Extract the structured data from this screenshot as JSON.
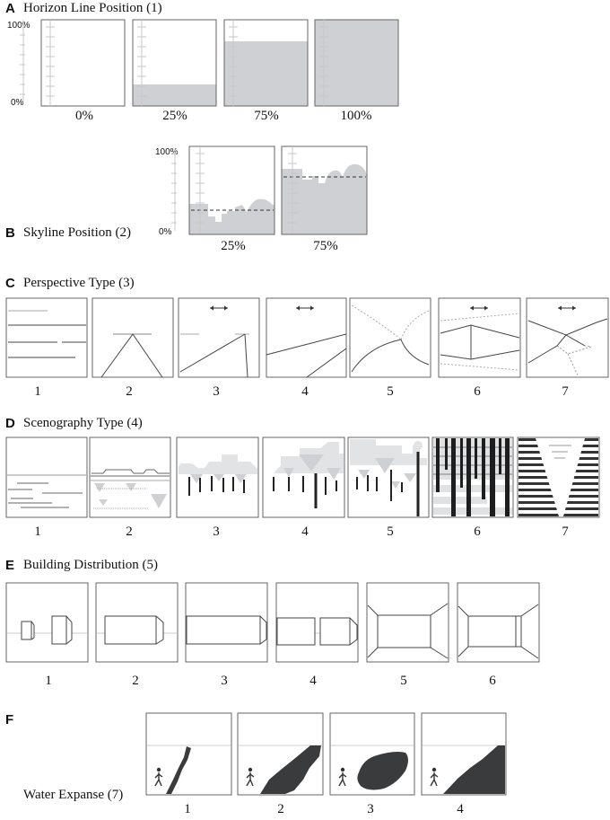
{
  "sectionA": {
    "letter": "A",
    "title": "Horizon Line Position (1)",
    "y_top": "100%",
    "y_bottom": "0%",
    "panels": [
      {
        "label": "0%",
        "level": 0
      },
      {
        "label": "25%",
        "level": 0.25
      },
      {
        "label": "75%",
        "level": 0.75
      },
      {
        "label": "100%",
        "level": 1
      }
    ]
  },
  "sectionB": {
    "letter": "B",
    "title": "Skyline Position (2)",
    "y_top": "100%",
    "y_bottom": "0%",
    "panels": [
      {
        "label": "25%",
        "level": 0.25
      },
      {
        "label": "75%",
        "level": 0.75
      }
    ]
  },
  "sectionC": {
    "letter": "C",
    "title": "Perspective Type (3)",
    "labels": [
      "1",
      "2",
      "3",
      "4",
      "5",
      "6",
      "7"
    ]
  },
  "sectionD": {
    "letter": "D",
    "title": "Scenography Type (4)",
    "labels": [
      "1",
      "2",
      "3",
      "4",
      "5",
      "6",
      "7"
    ]
  },
  "sectionE": {
    "letter": "E",
    "title": "Building Distribution (5)",
    "labels": [
      "1",
      "2",
      "3",
      "4",
      "5",
      "6"
    ]
  },
  "sectionF": {
    "letter": "F",
    "title": "Water Expanse (7)",
    "labels": [
      "1",
      "2",
      "3",
      "4"
    ]
  },
  "colors": {
    "fill": "#cfd0d4",
    "line": "#444444",
    "dark": "#3a3b3d",
    "frame": "#555555"
  }
}
